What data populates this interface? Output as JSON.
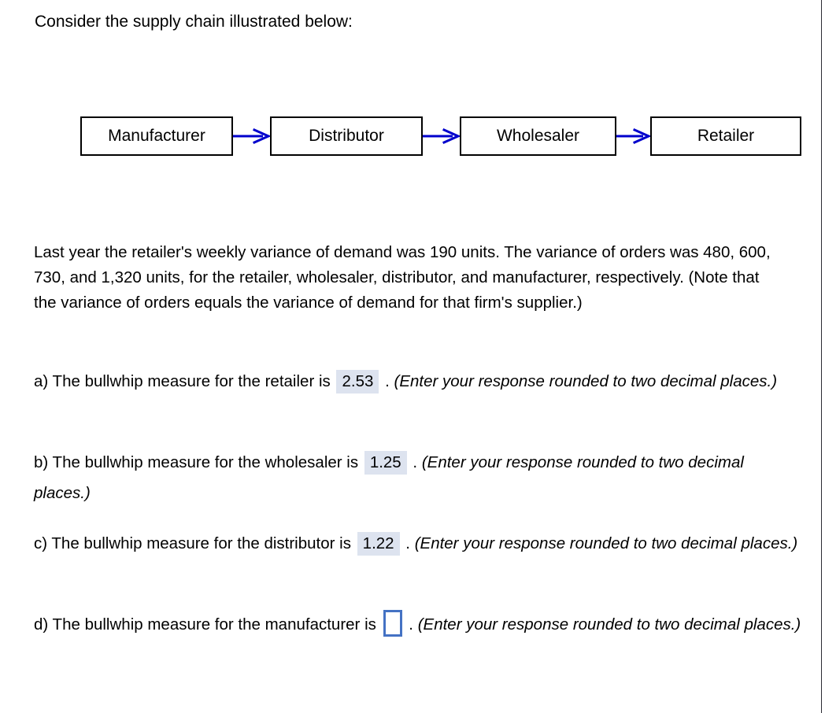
{
  "intro": {
    "text": "Consider the supply chain illustrated below:"
  },
  "diagram": {
    "name": "supply-chain-diagram",
    "arrow_color": "#0000cc",
    "box_border_color": "#000000",
    "nodes": [
      {
        "label": "Manufacturer"
      },
      {
        "label": "Distributor"
      },
      {
        "label": "Wholesaler"
      },
      {
        "label": "Retailer"
      }
    ],
    "arrows": [
      {
        "from": "Manufacturer",
        "to": "Distributor"
      },
      {
        "from": "Distributor",
        "to": "Wholesaler"
      },
      {
        "from": "Wholesaler",
        "to": "Retailer"
      }
    ]
  },
  "body": {
    "paragraph": "Last year the retailer's weekly variance of demand was 190 units. The variance of orders was 480, 600, 730, and 1,320 units, for the retailer, wholesaler, distributor, and manufacturer, respectively. (Note that the variance of orders equals the variance of demand for that firm's supplier.)"
  },
  "questions": [
    {
      "id": "a",
      "prompt": "a) The bullwhip measure for the retailer is",
      "answer": "2.53",
      "answer_state": "filled",
      "punctuation": ".",
      "hint": "(Enter your response rounded to two decimal places.)"
    },
    {
      "id": "b",
      "prompt": "b) The bullwhip measure for the wholesaler is",
      "answer": "1.25",
      "answer_state": "filled",
      "punctuation": ".",
      "hint": "(Enter your response rounded to two decimal places.)"
    },
    {
      "id": "c",
      "prompt": "c) The bullwhip measure for the distributor is",
      "answer": "1.22",
      "answer_state": "filled",
      "punctuation": ".",
      "hint": "(Enter your response rounded to two decimal places.)"
    },
    {
      "id": "d",
      "prompt": "d) The bullwhip measure for the manufacturer is",
      "answer": "",
      "answer_state": "empty",
      "punctuation": ".",
      "hint": "(Enter your response rounded to two decimal places.)"
    }
  ],
  "colors": {
    "answer_highlight": "#dde3ef",
    "empty_input_border": "#4472c4",
    "arrow": "#0000cc",
    "text": "#000000",
    "page_background": "#ffffff"
  }
}
